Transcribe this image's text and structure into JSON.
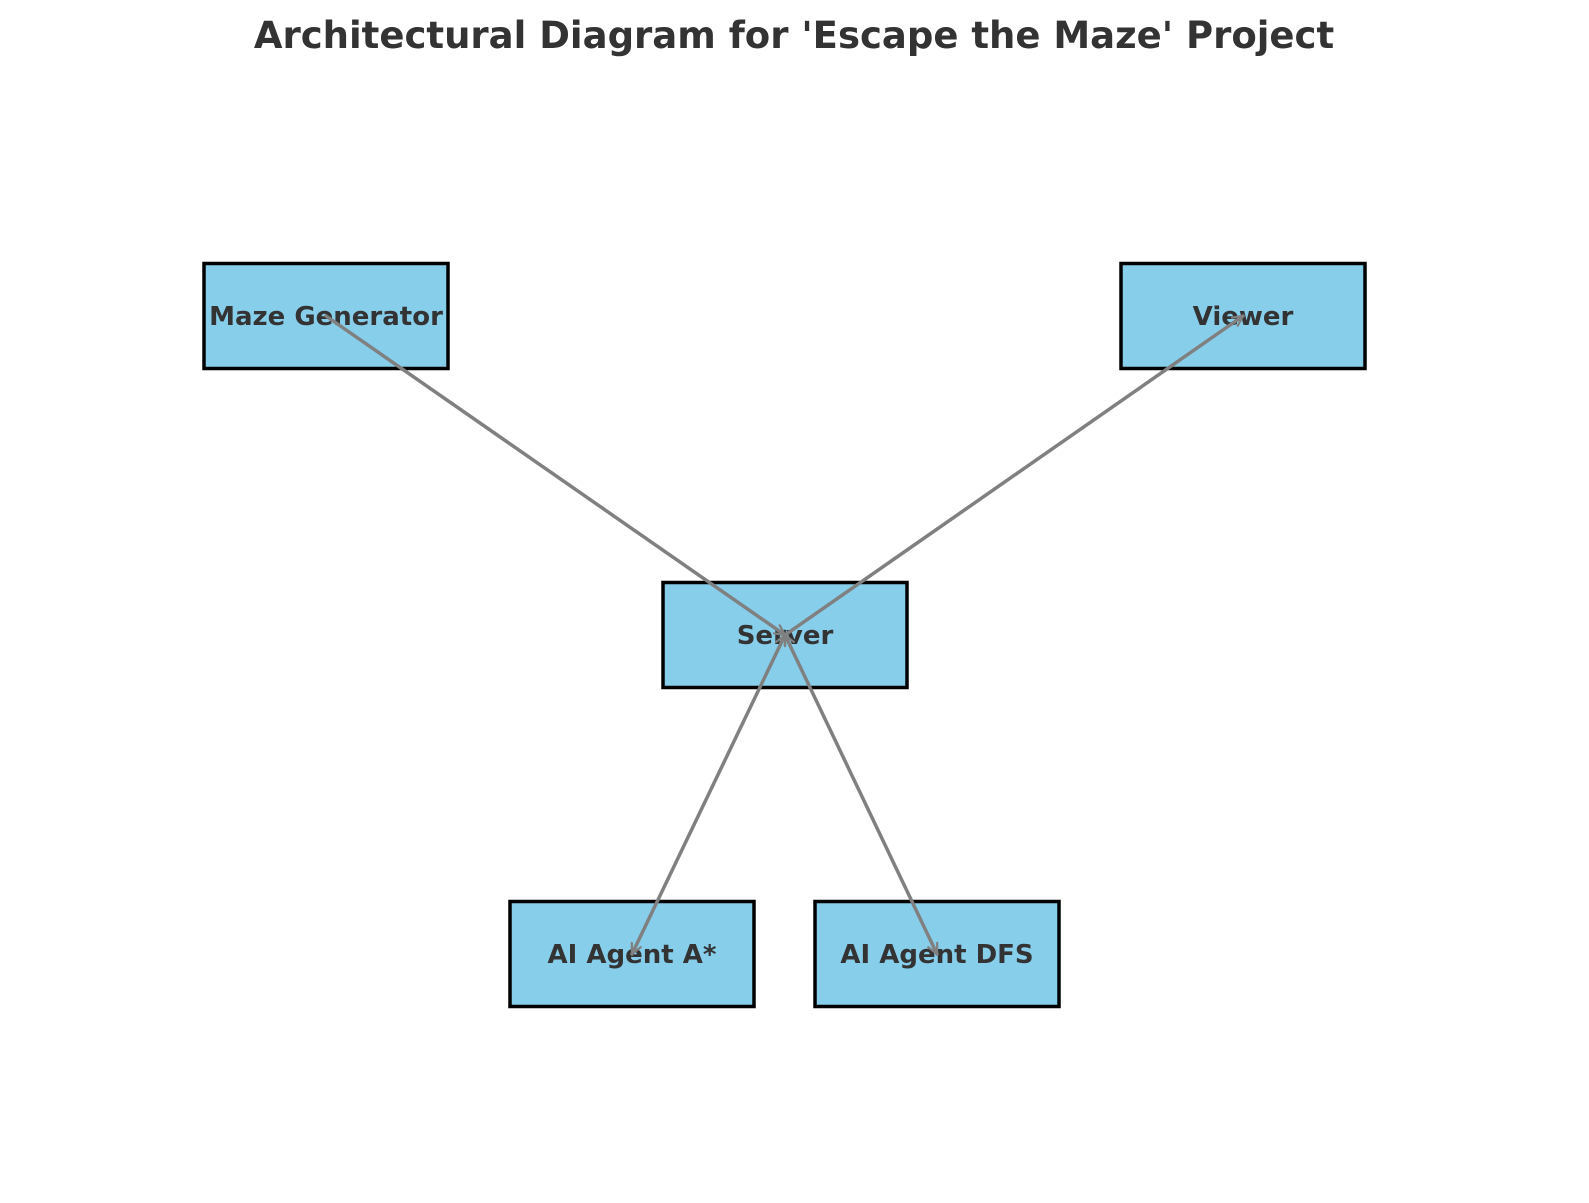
{
  "title": "Architectural Diagram for 'Escape the Maze' Project",
  "colors": {
    "node_fill": "#87CEEB",
    "node_stroke": "#000000",
    "edge": "#808080",
    "text": "#333333"
  },
  "nodes": [
    {
      "id": "maze_generator",
      "label": "Maze Generator"
    },
    {
      "id": "viewer",
      "label": "Viewer"
    },
    {
      "id": "server",
      "label": "Server"
    },
    {
      "id": "ai_agent_astar",
      "label": "AI Agent A*"
    },
    {
      "id": "ai_agent_dfs",
      "label": "AI Agent DFS"
    }
  ],
  "edges": [
    {
      "from": "maze_generator",
      "to": "server",
      "direction": "forward"
    },
    {
      "from": "server",
      "to": "viewer",
      "direction": "forward"
    },
    {
      "from": "server",
      "to": "ai_agent_astar",
      "direction": "both"
    },
    {
      "from": "server",
      "to": "ai_agent_dfs",
      "direction": "both"
    }
  ]
}
